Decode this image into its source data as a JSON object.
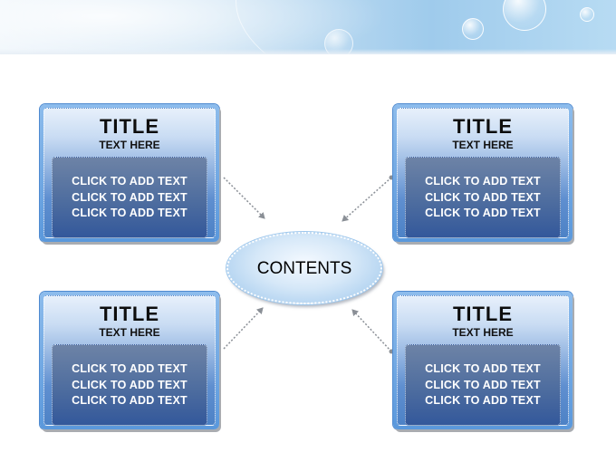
{
  "center": {
    "label": "CONTENTS"
  },
  "cards": [
    {
      "id": "top-left",
      "title": "TITLE",
      "subtitle": "TEXT HERE",
      "lines": [
        "CLICK TO ADD TEXT",
        "CLICK TO ADD TEXT",
        "CLICK TO ADD TEXT"
      ]
    },
    {
      "id": "top-right",
      "title": "TITLE",
      "subtitle": "TEXT HERE",
      "lines": [
        "CLICK TO ADD TEXT",
        "CLICK TO ADD TEXT",
        "CLICK TO ADD TEXT"
      ]
    },
    {
      "id": "bottom-left",
      "title": "TITLE",
      "subtitle": "TEXT HERE",
      "lines": [
        "CLICK TO ADD TEXT",
        "CLICK TO ADD TEXT",
        "CLICK TO ADD TEXT"
      ]
    },
    {
      "id": "bottom-right",
      "title": "TITLE",
      "subtitle": "TEXT HERE",
      "lines": [
        "CLICK TO ADD TEXT",
        "CLICK TO ADD TEXT",
        "CLICK TO ADD TEXT"
      ]
    }
  ],
  "colors": {
    "card_frame": "#5a98dc",
    "card_body": "#4e6d9f",
    "center_fill": "#d6e8f8",
    "connector": "#8a8f96"
  }
}
